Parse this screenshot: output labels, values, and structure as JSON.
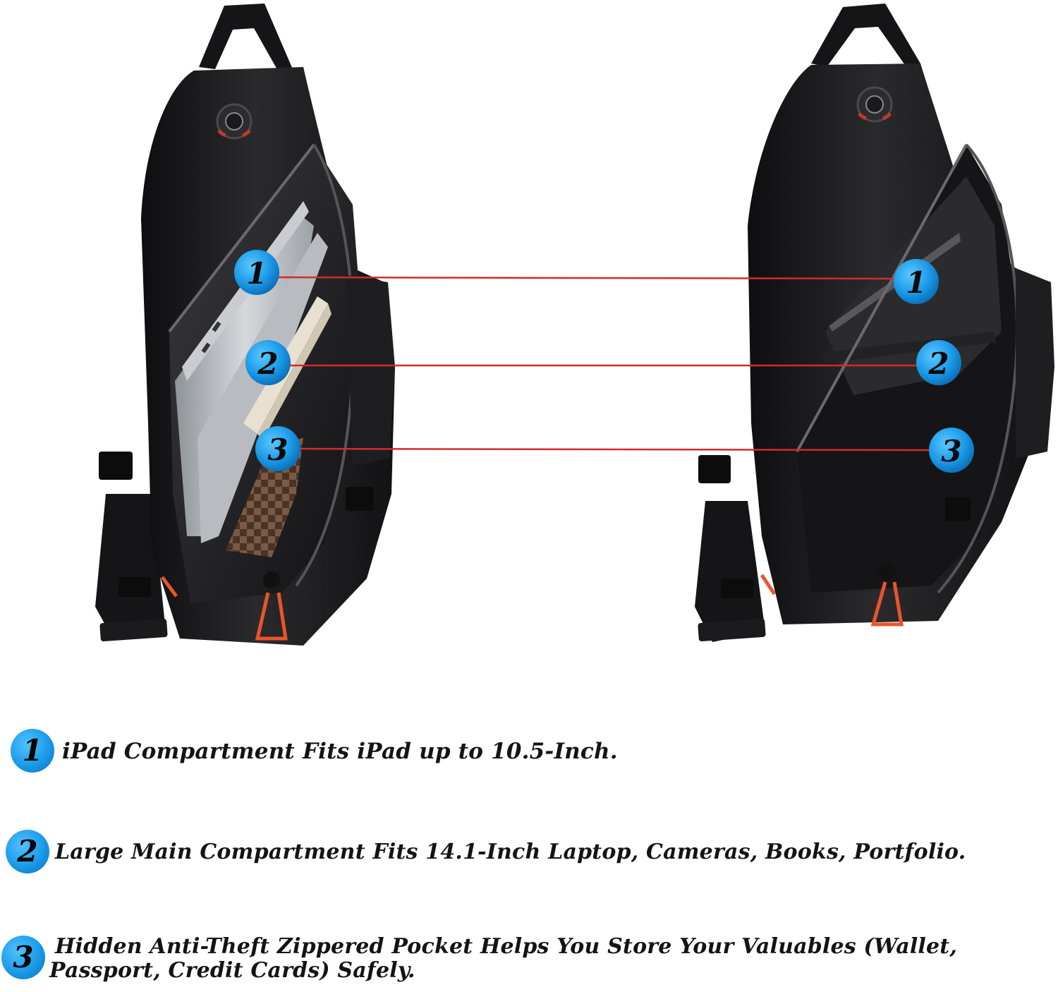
{
  "callouts": {
    "numbers": [
      "1",
      "2",
      "3"
    ]
  },
  "features": [
    {
      "number": "1",
      "text": "iPad Compartment Fits iPad up to 10.5-Inch."
    },
    {
      "number": "2",
      "text": "Large Main Compartment Fits 14.1-Inch Laptop, Cameras, Books, Portfolio."
    },
    {
      "number": "3",
      "line1": "Hidden Anti-Theft Zippered Pocket Helps You Store Your Valuables (Wallet,",
      "line2": "Passport, Credit Cards) Safely."
    }
  ],
  "colors": {
    "badge_blue": "#1a9ae8",
    "line_red": "#d42a2a",
    "bag_black": "#1c1c1e",
    "accent_orange": "#e8552a"
  }
}
